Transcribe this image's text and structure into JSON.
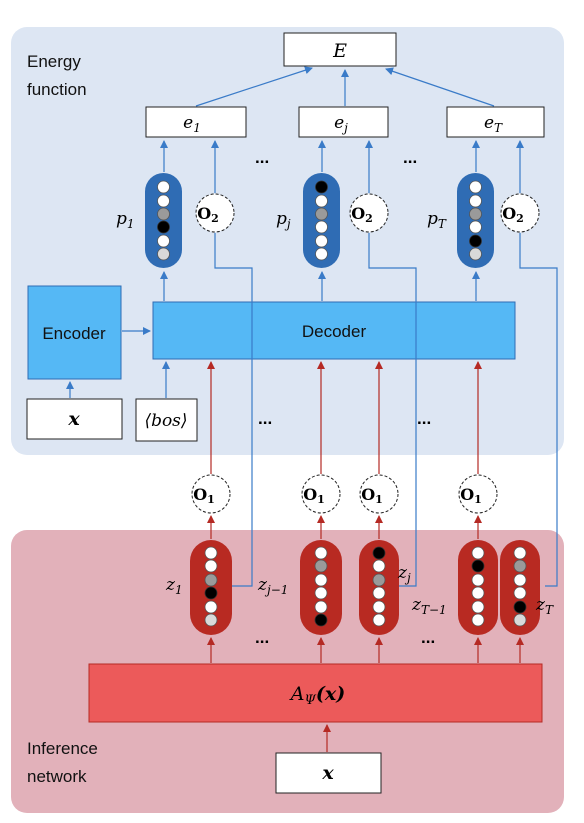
{
  "panels": {
    "energy_label_line1": "Energy",
    "energy_label_line2": "function",
    "inference_label_line1": "Inference",
    "inference_label_line2": "network"
  },
  "nodes": {
    "E": "E",
    "e1": "e",
    "e1_sub": "1",
    "ej": "e",
    "ej_sub": "j",
    "eT": "e",
    "eT_sub": "T",
    "encoder": "Encoder",
    "decoder": "Decoder",
    "x": "x",
    "bos": "⟨bos⟩",
    "A_main": "A",
    "A_sub": "Ψ",
    "A_arg": "(x)",
    "x_bottom": "x"
  },
  "labels": {
    "p1": "p",
    "p1_sub": "1",
    "pj": "p",
    "pj_sub": "j",
    "pT": "p",
    "pT_sub": "T",
    "z1": "z",
    "z1_sub": "1",
    "zj1": "z",
    "zj1_sub": "j−1",
    "zj": "z",
    "zj_sub": "j",
    "zT1": "z",
    "zT1_sub": "T−1",
    "zT": "z",
    "zT_sub": "T",
    "O2": "O",
    "O2_sub": "2",
    "O1": "O",
    "O1_sub": "1",
    "ellipsis": "..."
  },
  "colors": {
    "energy_bg": "#dde6f3",
    "inference_bg": "#e2b1ba",
    "encoder_fill": "#55b8f5",
    "decoder_fill": "#55b8f5",
    "blue_pill": "#2f6cb4",
    "red_pill": "#b82a22",
    "A_fill": "#ec5a5a",
    "blue_arrow": "#3a7bc8",
    "red_arrow": "#b52a24"
  }
}
